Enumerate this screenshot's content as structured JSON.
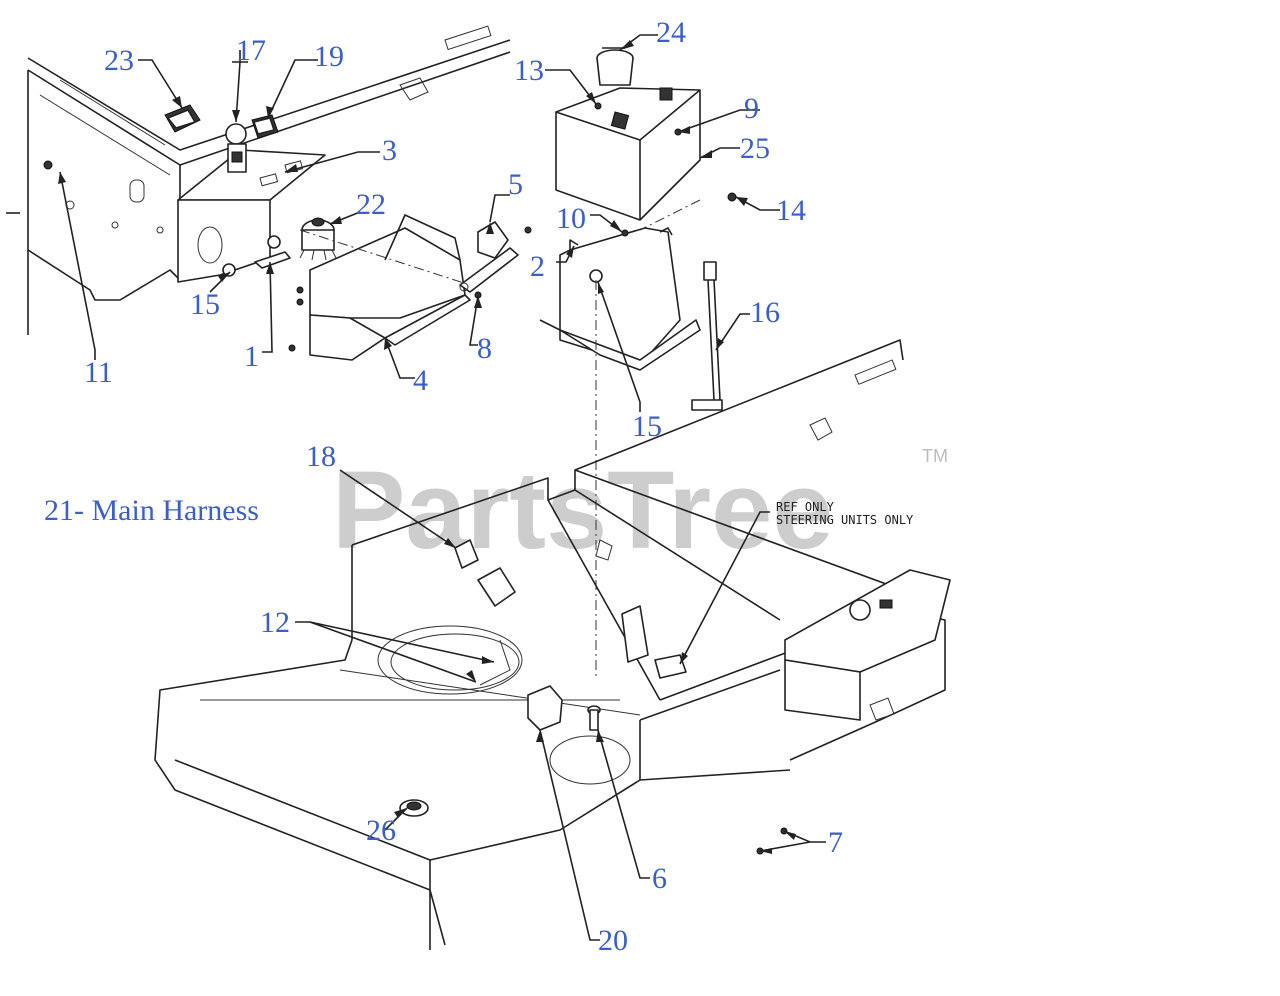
{
  "diagram": {
    "callouts": [
      {
        "id": "c23",
        "label": "23"
      },
      {
        "id": "c17",
        "label": "17"
      },
      {
        "id": "c19",
        "label": "19"
      },
      {
        "id": "c3",
        "label": "3"
      },
      {
        "id": "c22",
        "label": "22"
      },
      {
        "id": "c15a",
        "label": "15"
      },
      {
        "id": "c1",
        "label": "1"
      },
      {
        "id": "c11",
        "label": "11"
      },
      {
        "id": "c4",
        "label": "4"
      },
      {
        "id": "c8",
        "label": "8"
      },
      {
        "id": "c5",
        "label": "5"
      },
      {
        "id": "c24",
        "label": "24"
      },
      {
        "id": "c13",
        "label": "13"
      },
      {
        "id": "c9",
        "label": "9"
      },
      {
        "id": "c25",
        "label": "25"
      },
      {
        "id": "c14",
        "label": "14"
      },
      {
        "id": "c10",
        "label": "10"
      },
      {
        "id": "c2",
        "label": "2"
      },
      {
        "id": "c16",
        "label": "16"
      },
      {
        "id": "c15b",
        "label": "15"
      },
      {
        "id": "c18",
        "label": "18"
      },
      {
        "id": "c12",
        "label": "12"
      },
      {
        "id": "c26",
        "label": "26"
      },
      {
        "id": "c20",
        "label": "20"
      },
      {
        "id": "c6",
        "label": "6"
      },
      {
        "id": "c7",
        "label": "7"
      }
    ],
    "harness_label": "21- Main Harness",
    "ref_note": {
      "line1": "REF ONLY",
      "line2": "STEERING UNITS ONLY"
    },
    "watermark": {
      "text": "PartsTree",
      "trademark": "TM"
    }
  },
  "colors": {
    "callout": "#3a5fc8",
    "linework": "#222222",
    "watermark": "#bdbdbd"
  }
}
